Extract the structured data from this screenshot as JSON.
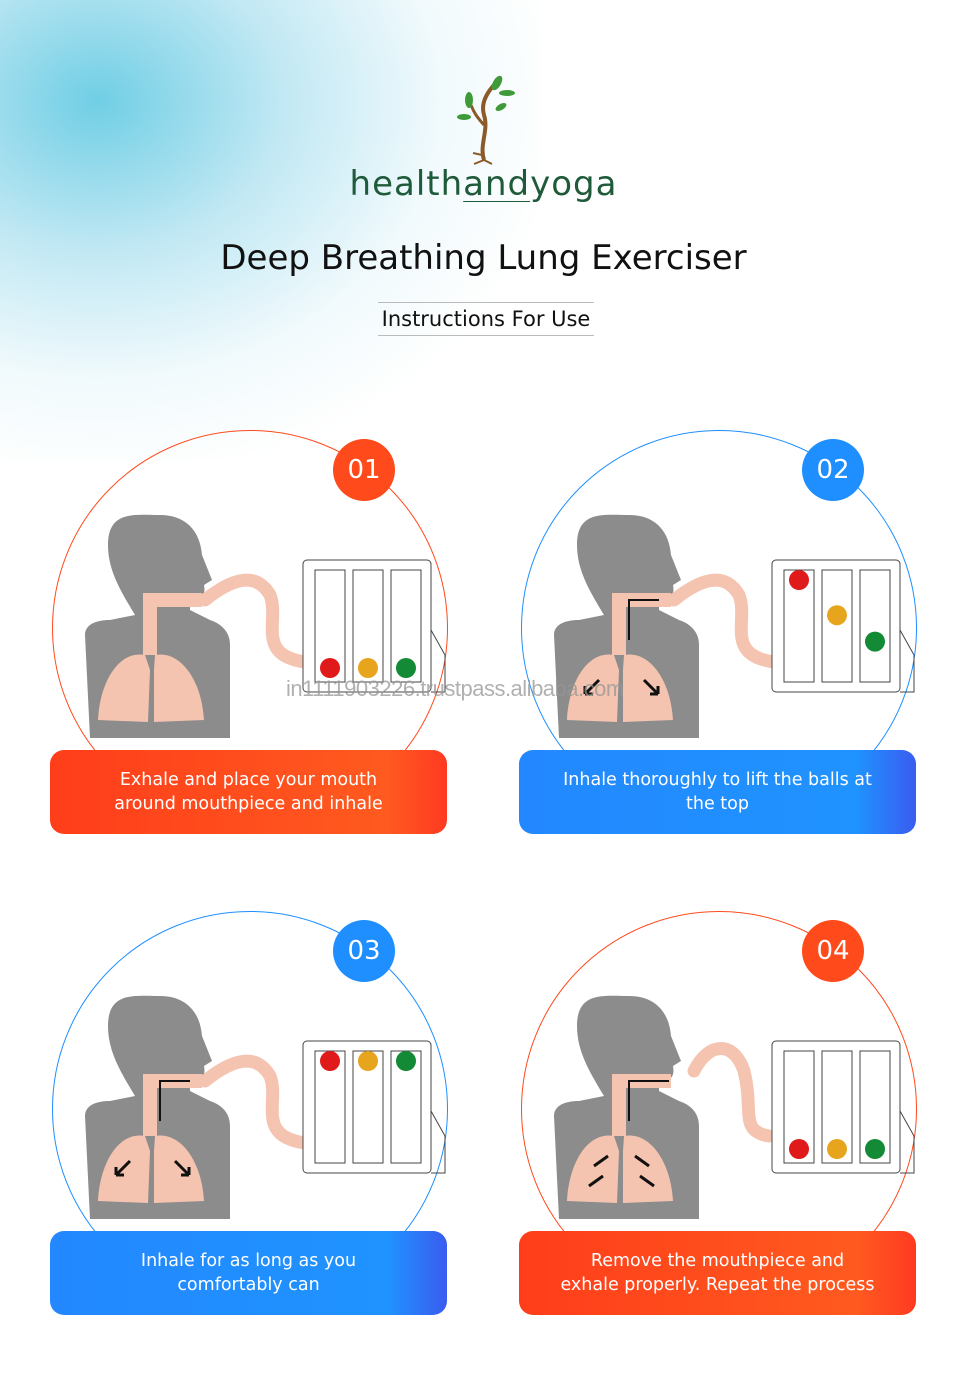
{
  "brand": {
    "prefix": "health",
    "middle": "and",
    "suffix": "yoga"
  },
  "title": "Deep Breathing Lung Exerciser",
  "subtitle": "Instructions For Use",
  "watermark": "in1111903226.trustpass.alibaba.com",
  "colors": {
    "orange": "#ff4a1c",
    "blue": "#1f8fff",
    "lung": "#f4c4b0",
    "body": "#8c8c8c",
    "ball_red": "#e01a1a",
    "ball_yellow": "#e6a51c",
    "ball_green": "#138a36",
    "brand_green": "#1f5a3a"
  },
  "steps": [
    {
      "number": "01",
      "theme": "orange",
      "text": "Exhale and place your mouth around mouthpiece and inhale",
      "ball_levels": [
        0,
        0,
        0
      ],
      "arrows": "none"
    },
    {
      "number": "02",
      "theme": "blue",
      "text": "Inhale thoroughly to lift the balls at the top",
      "ball_levels": [
        1,
        0.6,
        0.3
      ],
      "arrows": "inhale"
    },
    {
      "number": "03",
      "theme": "blue",
      "text": "Inhale for as long as you comfortably can",
      "ball_levels": [
        1,
        1,
        1
      ],
      "arrows": "inhale"
    },
    {
      "number": "04",
      "theme": "orange",
      "text": "Remove the mouthpiece and exhale properly. Repeat the process",
      "ball_levels": [
        0,
        0,
        0
      ],
      "arrows": "exhale"
    }
  ]
}
